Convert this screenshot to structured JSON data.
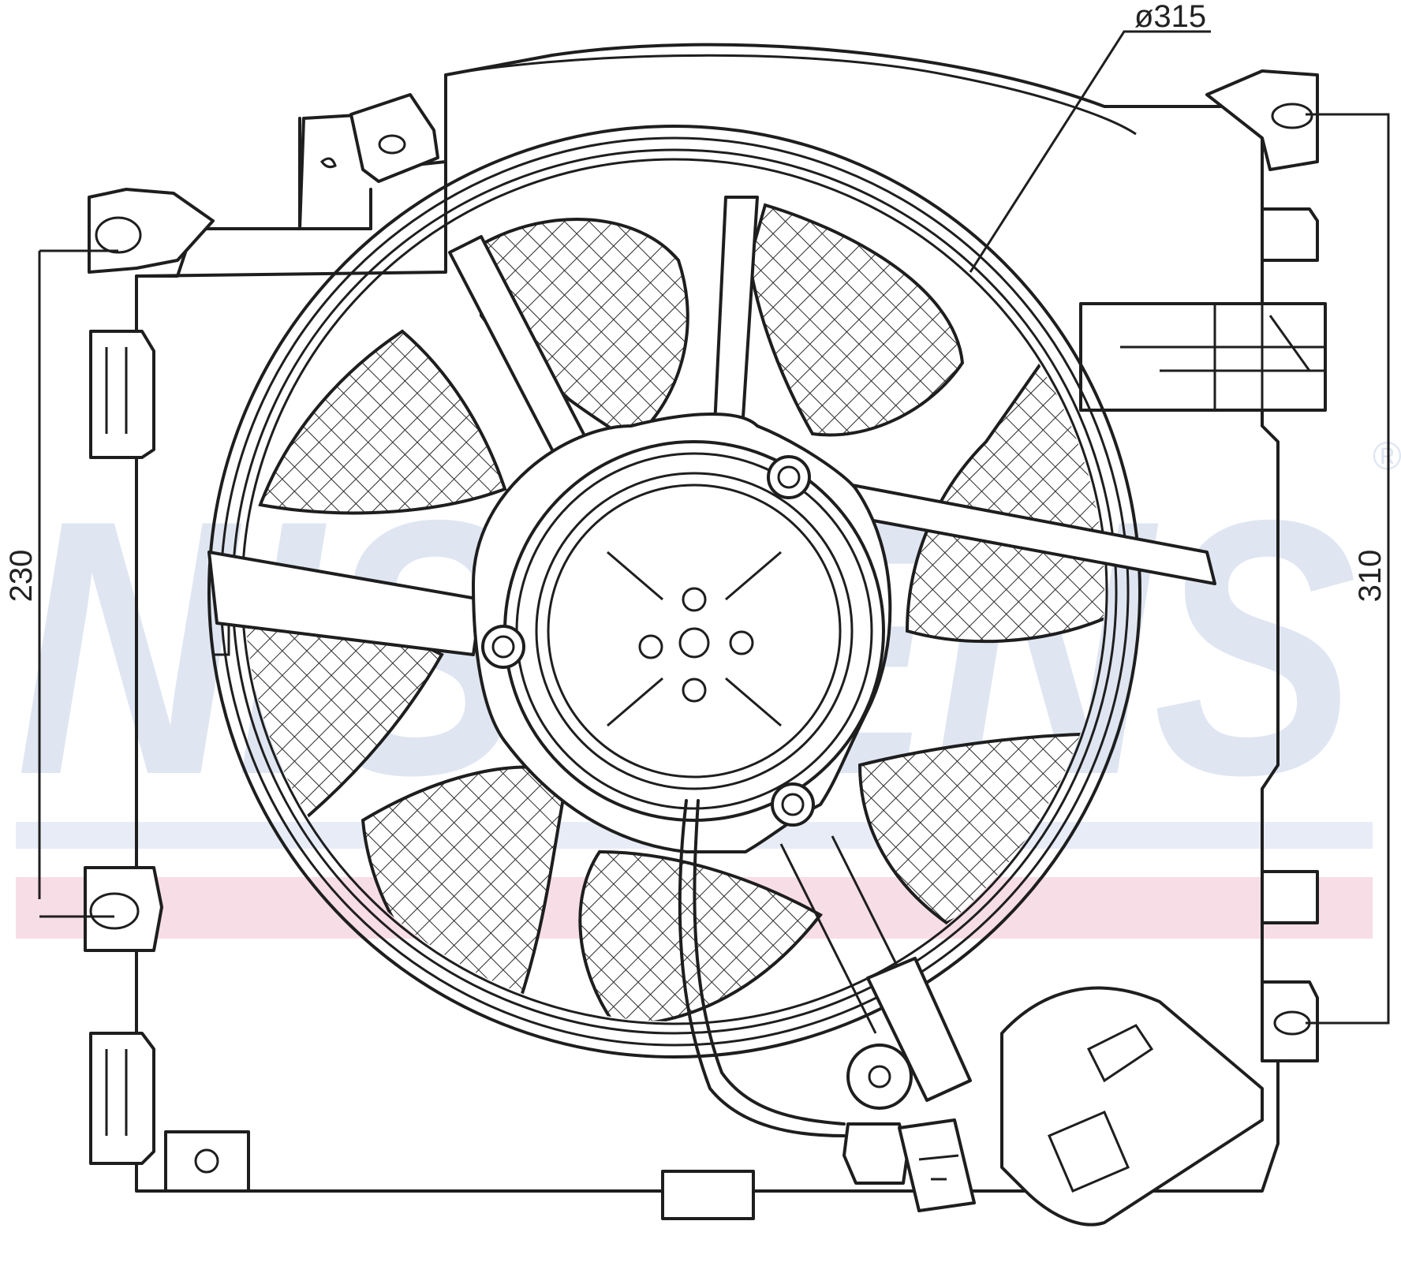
{
  "diagram": {
    "dimension_diameter": "ø315",
    "dimension_left": "230",
    "dimension_right": "310",
    "watermark": "NISSENS",
    "watermark_mark": "®"
  },
  "colors": {
    "line": "#1e1e1e",
    "watermark_blue": "#dfe6f2",
    "stripe_blue": "#e7ecf7",
    "stripe_red": "#f7dde6"
  }
}
